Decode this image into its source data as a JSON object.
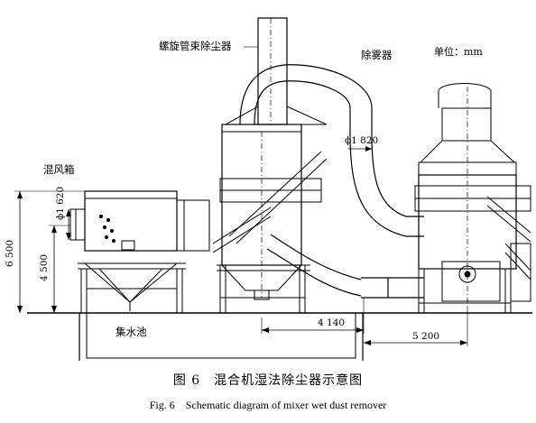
{
  "labels": {
    "spiral_tube": "螺旋管束除尘器",
    "demister": "除雾器",
    "unit": "单位：mm",
    "mixing_box": "混风箱",
    "collecting_pool": "集水池"
  },
  "dimensions": {
    "duct_diameter": "ϕ1 820",
    "height_total": "6 500",
    "height_lower": "4 500",
    "inlet_diameter": "ϕ1 620",
    "span_left": "4 140",
    "span_right": "5 200"
  },
  "caption": {
    "cn": "图 6　混合机湿法除尘器示意图",
    "en": "Fig. 6　Schematic diagram of mixer wet dust remover"
  }
}
